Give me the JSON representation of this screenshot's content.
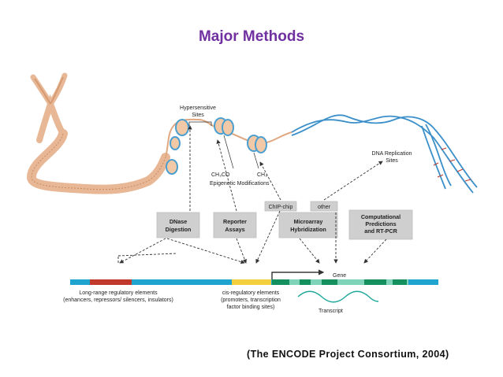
{
  "title": "Major Methods",
  "citation": "(The ENCODE Project Consortium, 2004)",
  "labels": {
    "hypersensitive_l1": "Hypersensitive",
    "hypersensitive_l2": "Sites",
    "ch3co": "CH₃CO",
    "ch3": "CH₃",
    "epigenetic": "Epigenetic Modifications",
    "dna_rep_l1": "DNA Replication",
    "dna_rep_l2": "Sites",
    "chip_chip": "ChIP-chip",
    "other": "other",
    "gene": "Gene",
    "transcript": "Transcript",
    "long_range_l1": "Long-range regulatory elements",
    "long_range_l2": "(enhancers, repressors/ silencers, insulators)",
    "cis_l1": "cis-regulatory elements",
    "cis_l2": "(promoters, transcription",
    "cis_l3": "factor binding sites)"
  },
  "method_boxes": [
    {
      "line1": "DNase",
      "line2": "Digestion",
      "line3": ""
    },
    {
      "line1": "Reporter",
      "line2": "Assays",
      "line3": ""
    },
    {
      "line1": "Microarray",
      "line2": "Hybridization",
      "line3": ""
    },
    {
      "line1": "Computational",
      "line2": "Predictions",
      "line3": "and RT-PCR"
    }
  ],
  "colors": {
    "title": "#7030a0",
    "genome_bar": "#1fa4cf",
    "long_range_element": "#c0392b",
    "cis_element": "#f4d03f",
    "gene_exon": "#148f5e",
    "gene_intron": "#7fd3b8",
    "dna_helix": "#3a8fc9",
    "chromatin_fiber": "#e8b896",
    "nucleosome": "#4a9fd0",
    "box_fill": "#cfcfcf"
  }
}
